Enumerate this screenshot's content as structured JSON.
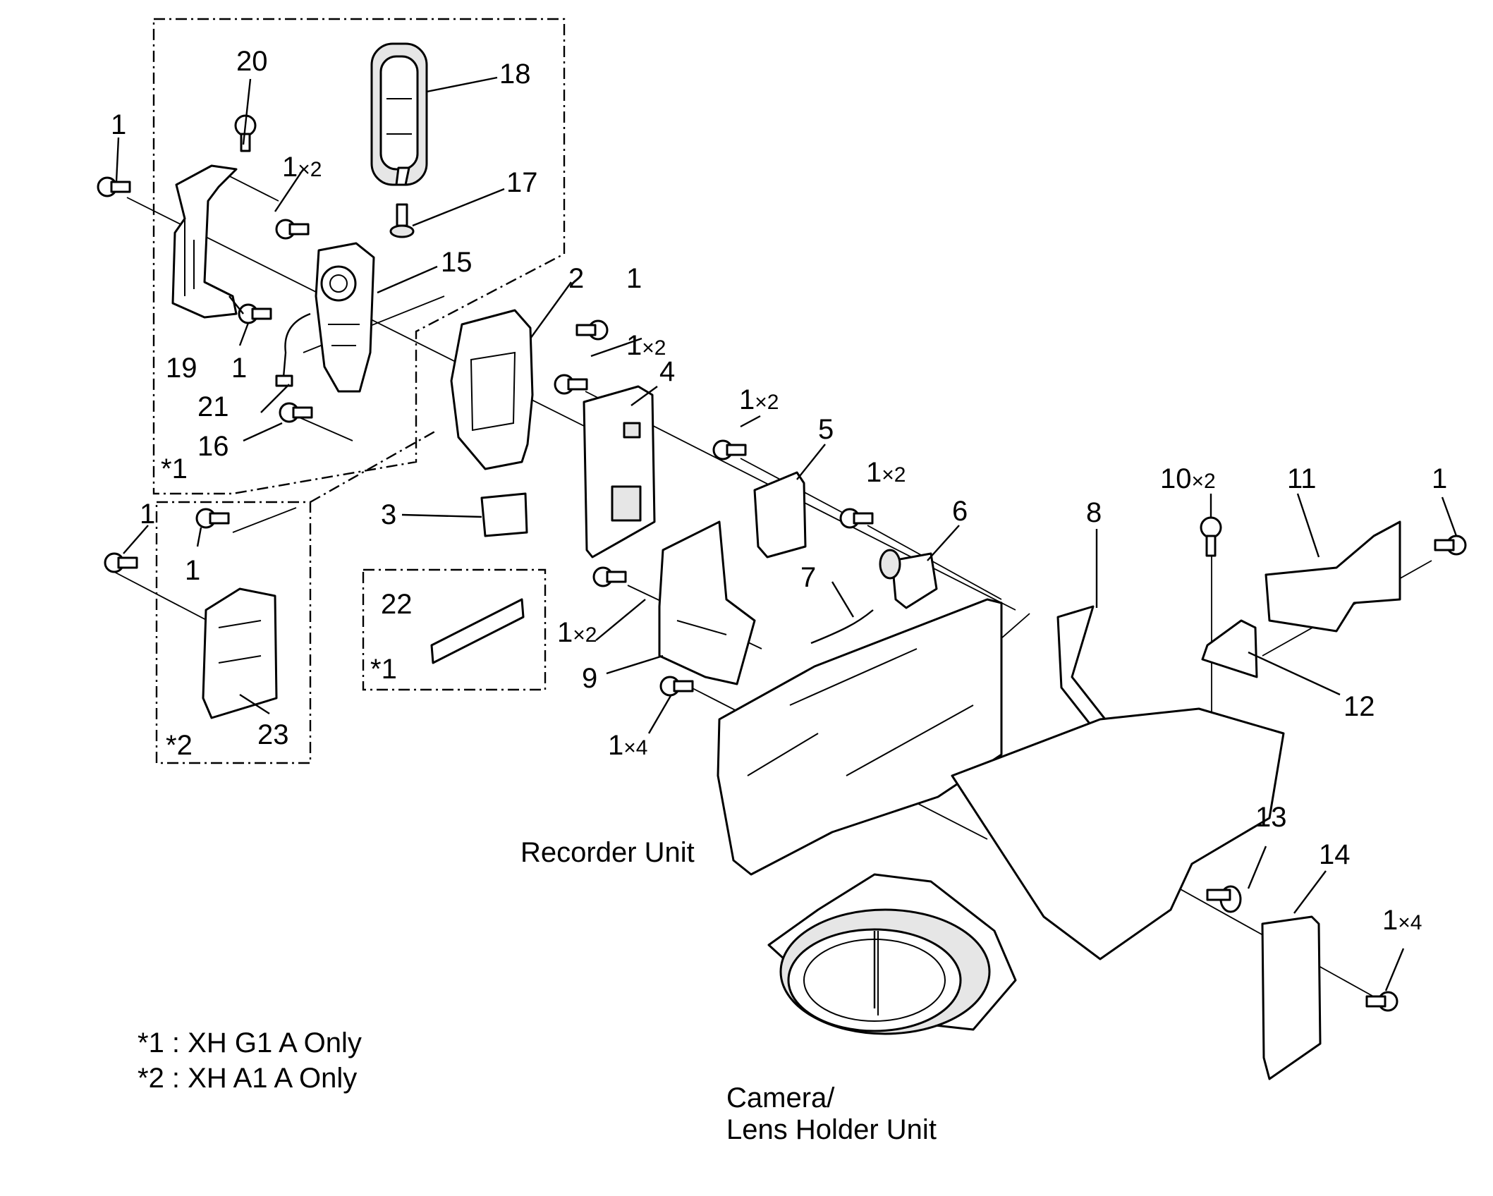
{
  "callouts": [
    {
      "id": "c1a",
      "text": "1"
    },
    {
      "id": "c20",
      "text": "20"
    },
    {
      "id": "c18",
      "text": "18"
    },
    {
      "id": "c1b",
      "text": "1",
      "mult": "×2"
    },
    {
      "id": "c17",
      "text": "17"
    },
    {
      "id": "c15",
      "text": "15"
    },
    {
      "id": "c19",
      "text": "19"
    },
    {
      "id": "c1c",
      "text": "1"
    },
    {
      "id": "c21",
      "text": "21"
    },
    {
      "id": "c16",
      "text": "16"
    },
    {
      "id": "c2",
      "text": "2"
    },
    {
      "id": "c1d",
      "text": "1"
    },
    {
      "id": "c1e",
      "text": "1",
      "mult": "×2"
    },
    {
      "id": "c4",
      "text": "4"
    },
    {
      "id": "c1f",
      "text": "1",
      "mult": "×2"
    },
    {
      "id": "c5",
      "text": "5"
    },
    {
      "id": "c1g",
      "text": "1",
      "mult": "×2"
    },
    {
      "id": "c6",
      "text": "6"
    },
    {
      "id": "c10",
      "text": "10",
      "mult": "×2"
    },
    {
      "id": "c11",
      "text": "11"
    },
    {
      "id": "c1h",
      "text": "1"
    },
    {
      "id": "c8",
      "text": "8"
    },
    {
      "id": "c3",
      "text": "3"
    },
    {
      "id": "c7",
      "text": "7"
    },
    {
      "id": "c1i",
      "text": "1"
    },
    {
      "id": "c1j",
      "text": "1"
    },
    {
      "id": "c22",
      "text": "22"
    },
    {
      "id": "c1k",
      "text": "1",
      "mult": "×2"
    },
    {
      "id": "c9",
      "text": "9"
    },
    {
      "id": "c12",
      "text": "12"
    },
    {
      "id": "c1l",
      "text": "1",
      "mult": "×4"
    },
    {
      "id": "c23",
      "text": "23"
    },
    {
      "id": "c13",
      "text": "13"
    },
    {
      "id": "c14",
      "text": "14"
    },
    {
      "id": "c1m",
      "text": "1",
      "mult": "×4"
    }
  ],
  "group_markers": {
    "top_box": "*1",
    "small_box": "*1",
    "left_box": "*2"
  },
  "captions": {
    "recorder_unit": "Recorder Unit",
    "camera_unit_line1": "Camera/",
    "camera_unit_line2": "Lens Holder Unit"
  },
  "notes": [
    "*1 : XH G1 A Only",
    "*2 : XH A1 A Only"
  ]
}
